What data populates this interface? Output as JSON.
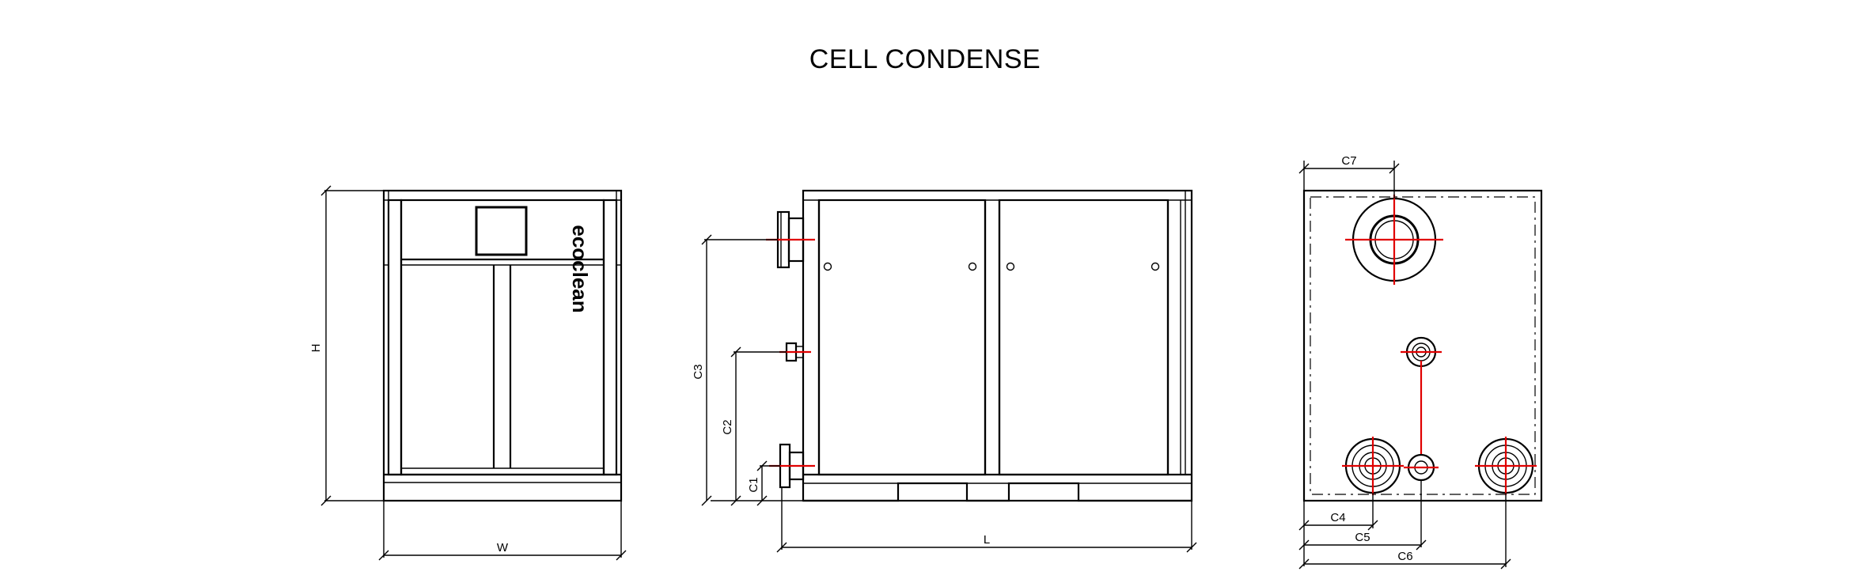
{
  "title": "CELL CONDENSE",
  "dimensions": {
    "H": "H",
    "W": "W",
    "L": "L",
    "C1": "C1",
    "C2": "C2",
    "C3": "C3",
    "C4": "C4",
    "C5": "C5",
    "C6": "C6",
    "C7": "C7"
  },
  "logo_text": "ecoclean",
  "colors": {
    "line": "#000000",
    "centerline": "#e00000",
    "background": "#ffffff"
  }
}
